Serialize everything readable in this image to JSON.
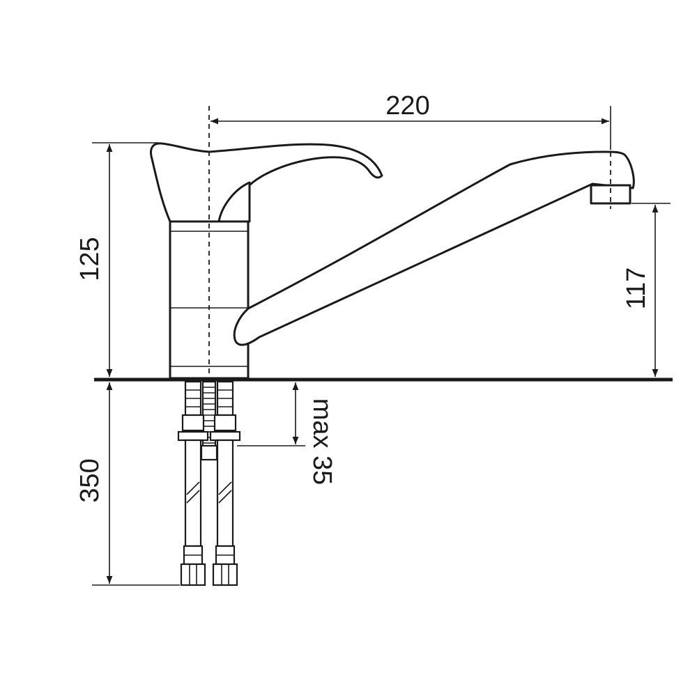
{
  "dimensions": {
    "spout_reach": "220",
    "faucet_height": "125",
    "spout_height": "117",
    "hose_length": "350",
    "max_counter_thickness": "max 35"
  },
  "colors": {
    "line": "#1a1a1a",
    "background": "#ffffff"
  }
}
